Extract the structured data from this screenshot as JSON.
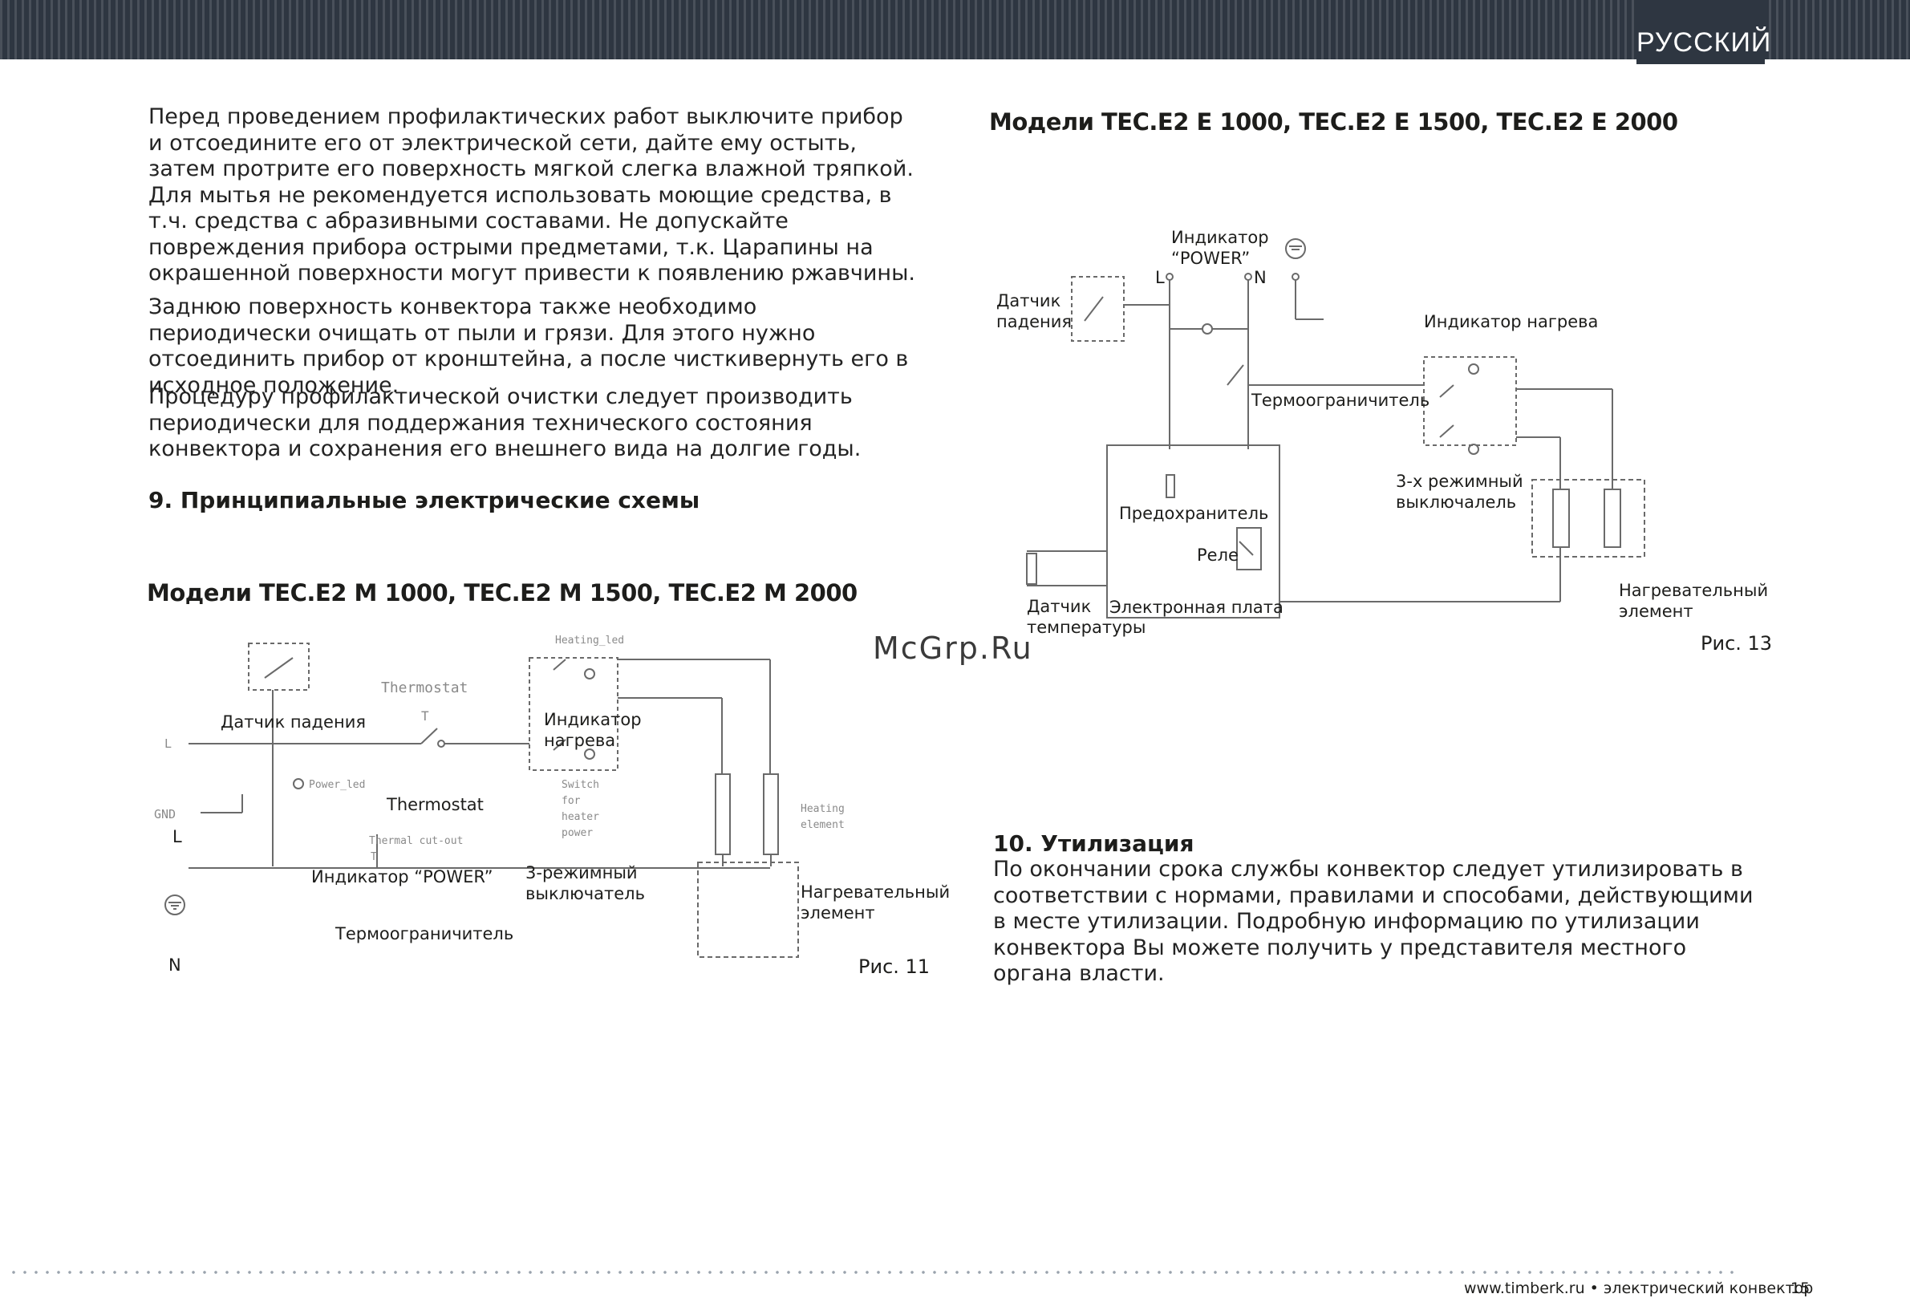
{
  "header": {
    "language": "РУССКИЙ"
  },
  "left_column": {
    "paragraphs": [
      "Перед проведением профилактических работ выключите прибор и отсоедините его от электрической сети, дайте ему остыть, затем протрите его поверхность мягкой слегка влажной тряпкой. Для мытья не рекомендуется использовать моющие средства, в т.ч. средства с абразивными составами. Не допускайте повреждения прибора острыми предметами, т.к. Царапины на окрашенной поверхности могут привести к появлению ржавчины.",
      "Заднюю поверхность конвектора также необходимо периодически очищать от пыли и грязи. Для этого нужно отсоединить прибор от кронштейна, а после чисткивернуть его в исходное положение.",
      "Процедуру профилактической очистки следует производить периодически для поддержания технического состояния конвектора и сохранения его внешнего вида на долгие годы."
    ],
    "section9_heading": "9. Принципиальные электрические схемы",
    "models_m": "Модели TEC.E2 M 1000, TEC.E2 M 1500, TEC.E2 M 2000"
  },
  "figure11": {
    "labels": {
      "fall_sensor": "Датчик падения",
      "heat_indicator": "Индикатор\nнагрева",
      "thermostat": "Thermostat",
      "l": "L",
      "power_indicator": "Индикатор “POWER”",
      "switch": "3-режимный\nвыключатель",
      "heating_element": "Нагревательный\nэлемент",
      "thermal_limiter": "Термоограничитель",
      "n": "N"
    },
    "schematic_text": {
      "thermostat": "Thermostat",
      "t": "T",
      "heating_led": "Heating_led",
      "power_led": "Power_led",
      "gnd": "GND",
      "l": "L",
      "thermal_cutout": "Thermal cut-out",
      "t2": "T",
      "switch_note": "Switch\nfor\nheater\npower",
      "heating_element": "Heating\nelement"
    },
    "caption": "Рис. 11"
  },
  "right_column": {
    "models_e": "Модели TEC.E2 E 1000, TEC.E2 E 1500, TEC.E2 E 2000",
    "section10_heading": "10. Утилизация",
    "section10_text": "По окончании срока службы конвектор следует утилизировать в соответствии с нормами, правилами и способами, действующими в месте утилизации. Подробную информацию по утилизации конвектора Вы можете получить у представителя местного органа власти."
  },
  "figure13": {
    "labels": {
      "power_indicator": "Индикатор\n“POWER”",
      "l": "L",
      "n": "N",
      "fall_sensor": "Датчик\nпадения",
      "heat_indicator": "Индикатор нагрева",
      "thermal_limiter": "Термоограничитель",
      "switch": "3-х режимный\nвыключалель",
      "fuse": "Предохранитель",
      "relay": "Реле",
      "temp_sensor": "Датчик\nтемпературы",
      "board": "Электронная плата",
      "heating_element": "Нагревательный\nэлемент"
    },
    "caption": "Рис. 13"
  },
  "watermark": "McGrp.Ru",
  "footer": {
    "site": "www.timberk.ru • электрический конвектор",
    "page": "15"
  },
  "colors": {
    "header_bar": "#2e3641",
    "text": "#1d1d1b"
  }
}
